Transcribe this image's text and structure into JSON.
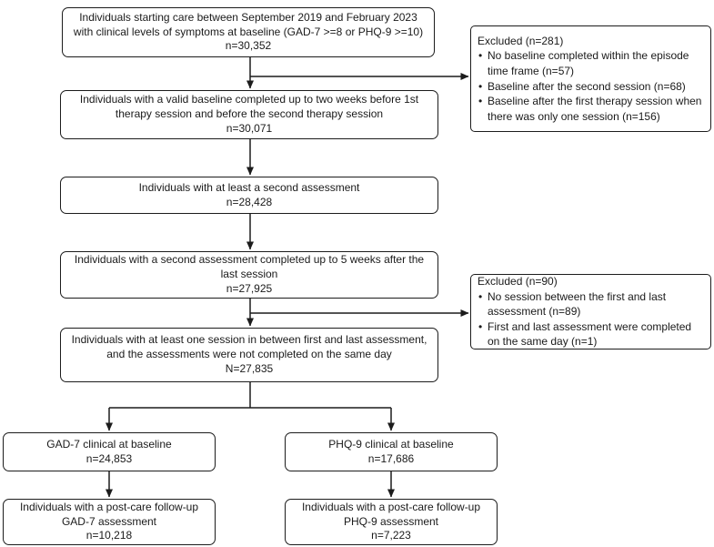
{
  "diagram": {
    "type": "participant-flow-chart",
    "colors": {
      "border": "#1c1c1c",
      "background": "#ffffff",
      "text": "#1a1a1a",
      "arrow": "#1c1c1c"
    },
    "main_boxes": [
      {
        "text": "Individuals starting care between September 2019 and February 2023 with clinical levels of symptoms at baseline (GAD-7 >=8 or PHQ-9 >=10)",
        "n": "n=30,352"
      },
      {
        "text": "Individuals with a valid baseline completed up to two weeks before 1st therapy session and before the second therapy session",
        "n": "n=30,071"
      },
      {
        "text": "Individuals with at least a second assessment",
        "n": "n=28,428"
      },
      {
        "text": "Individuals with a second assessment completed up to 5 weeks after the last session",
        "n": "n=27,925"
      },
      {
        "text": "Individuals with at least one session in between first and last assessment, and the assessments were not completed on the same day",
        "n": "N=27,835"
      }
    ],
    "exclusion_boxes": [
      {
        "title": "Excluded (n=281)",
        "items": [
          "No baseline completed within the episode time frame (n=57)",
          "Baseline after the second session (n=68)",
          "Baseline after the first therapy session when there was only one session (n=156)"
        ]
      },
      {
        "title": "Excluded (n=90)",
        "items": [
          "No session between the first and last assessment (n=89)",
          "First and last assessment were completed on the same day (n=1)"
        ]
      }
    ],
    "branch_boxes": [
      {
        "text": "GAD-7 clinical at baseline",
        "n": "n=24,853"
      },
      {
        "text": "PHQ-9 clinical at baseline",
        "n": "n=17,686"
      },
      {
        "text": "Individuals with a post-care follow-up GAD-7 assessment",
        "n": "n=10,218"
      },
      {
        "text": "Individuals with a post-care follow-up PHQ-9 assessment",
        "n": "n=7,223"
      }
    ]
  }
}
